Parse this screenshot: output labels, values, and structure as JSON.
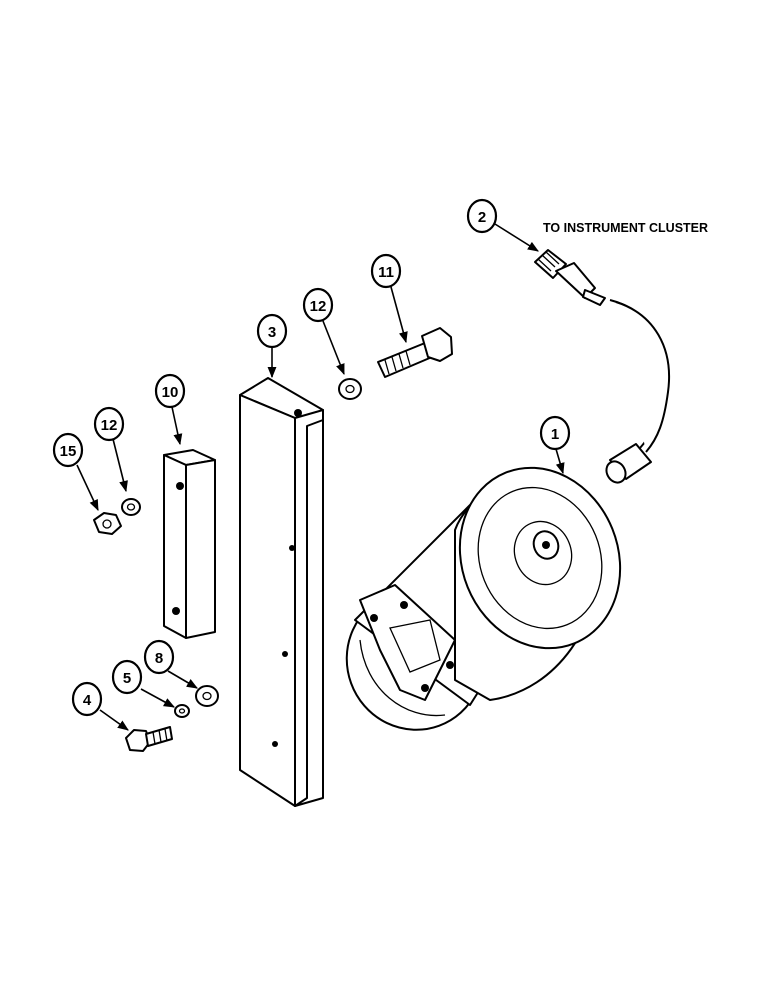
{
  "note": {
    "text": "TO INSTRUMENT CLUSTER"
  },
  "callouts": [
    {
      "id": "c1",
      "label": "1"
    },
    {
      "id": "c2",
      "label": "2"
    },
    {
      "id": "c3",
      "label": "3"
    },
    {
      "id": "c4",
      "label": "4"
    },
    {
      "id": "c5",
      "label": "5"
    },
    {
      "id": "c8",
      "label": "8"
    },
    {
      "id": "c10",
      "label": "10"
    },
    {
      "id": "c11",
      "label": "11"
    },
    {
      "id": "c12a",
      "label": "12"
    },
    {
      "id": "c12b",
      "label": "12"
    },
    {
      "id": "c15",
      "label": "15"
    }
  ]
}
